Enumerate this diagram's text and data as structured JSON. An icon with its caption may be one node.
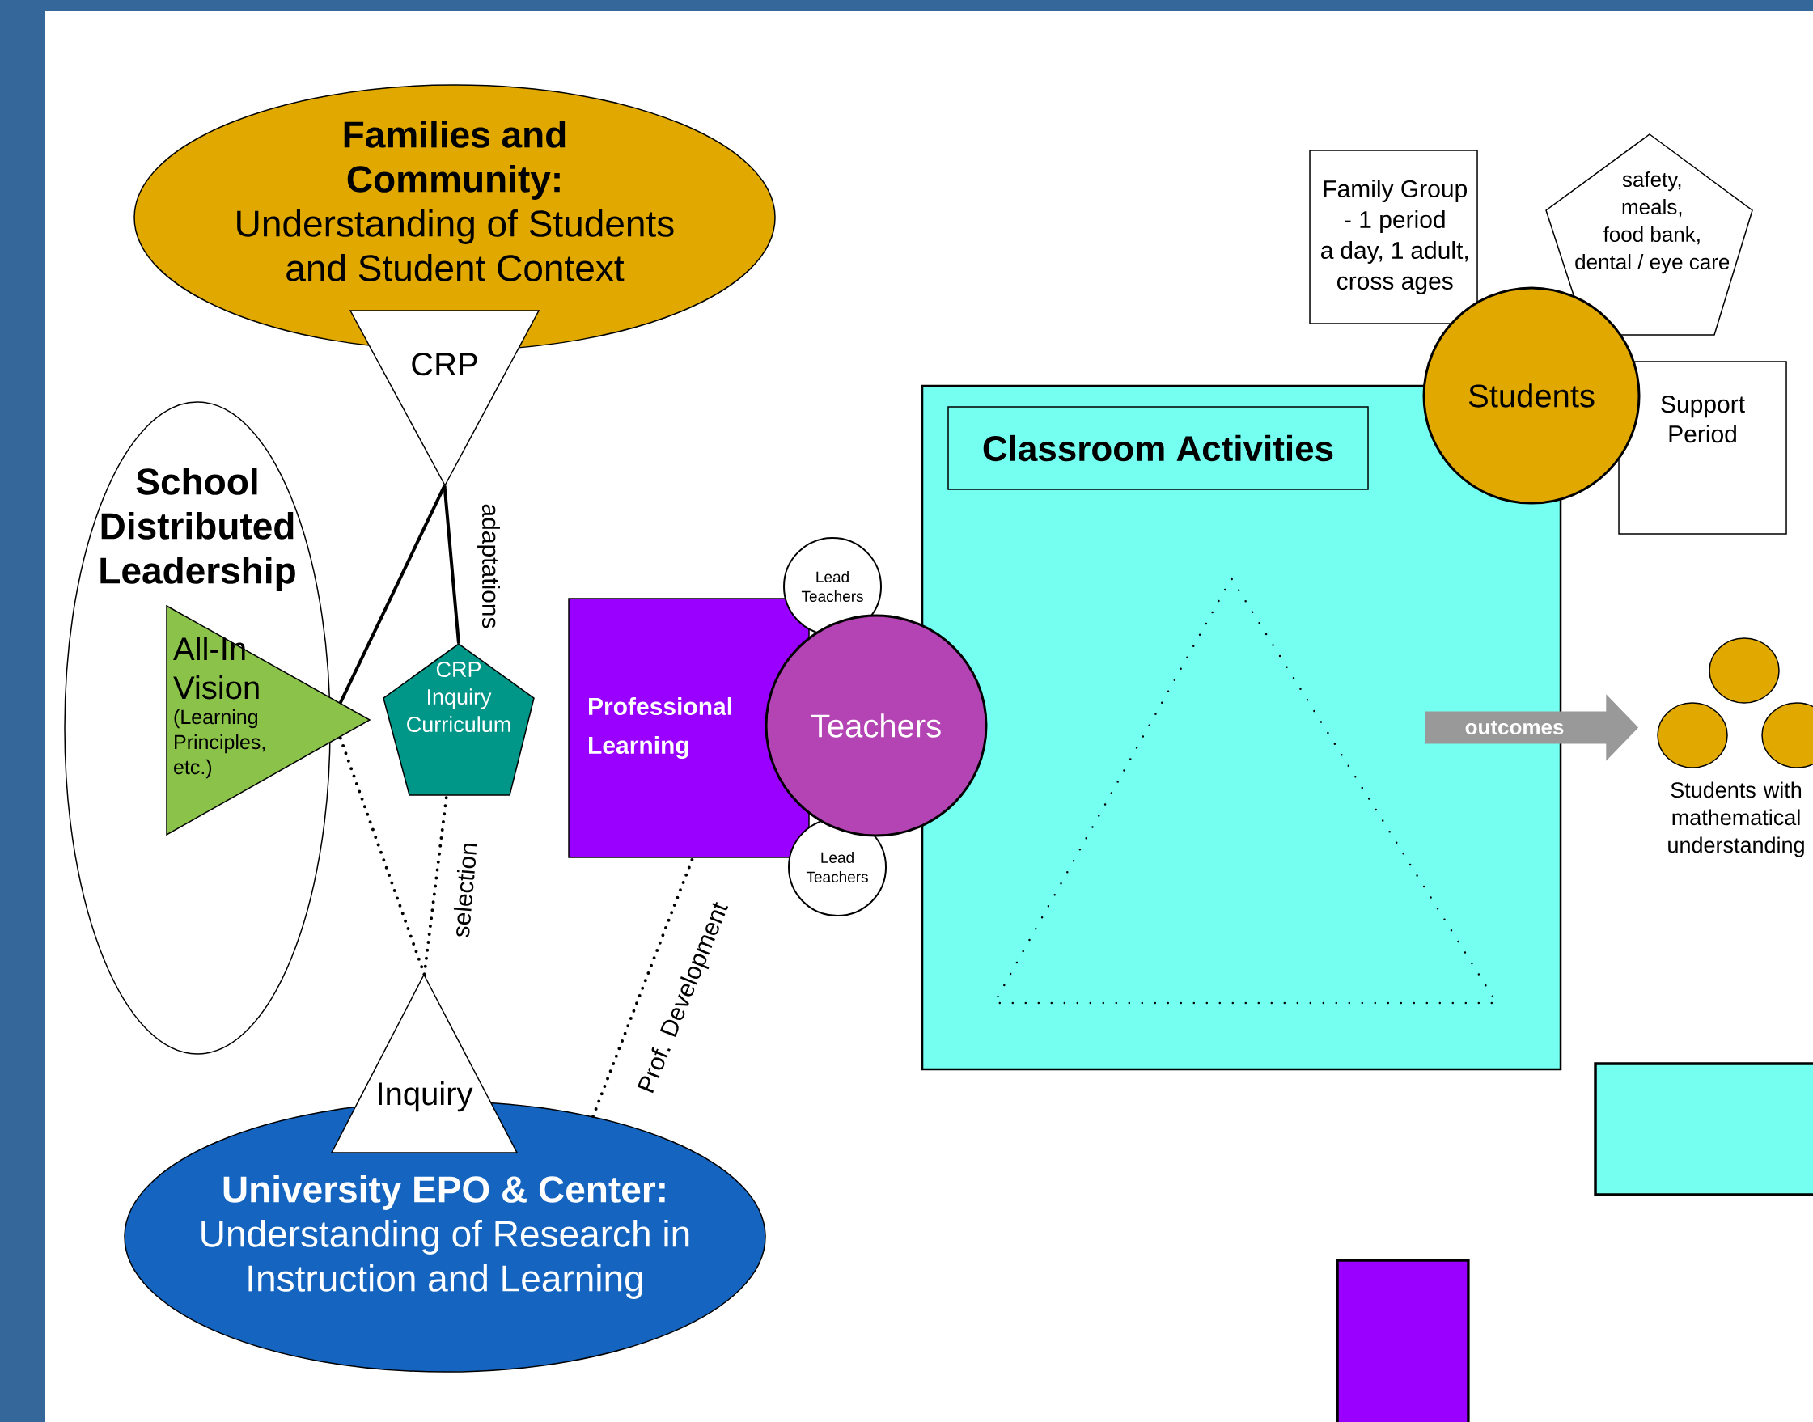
{
  "diagram": {
    "nodes": [
      {
        "text": [
          "Families and Community:",
          "Understanding of Students and Student Context"
        ]
      },
      {
        "text": [
          "CRP"
        ]
      },
      {
        "text": [
          "Family Group - 1 period a day, 1 adult, cross ages"
        ]
      },
      {
        "text": [
          "safety, meals, food bank, dental / eye care"
        ]
      },
      {
        "text": [
          "Support Period"
        ]
      },
      {
        "text": [],
        "shape": "box"
      },
      {
        "text": [
          "Classroom Activities"
        ],
        "in": 5
      },
      {
        "text": [
          "Students"
        ]
      },
      {
        "text": [
          "School Distributed Leadership"
        ]
      },
      {
        "text": [
          "All-In Vision",
          "(Learning Principles, etc.)"
        ]
      },
      {
        "text": [
          "CRP Inquiry Curriculum"
        ]
      },
      {
        "text": [
          "Professional Learning"
        ]
      },
      {
        "text": [
          "Lead Teachers"
        ]
      },
      {
        "text": [
          "Teachers"
        ]
      },
      {
        "text": [
          "Lead Teachers"
        ]
      },
      {
        "text": [],
        "shape": "triangle",
        "in": 5
      },
      {
        "text": [],
        "shape": "circle"
      },
      {
        "text": [],
        "shape": "circle"
      },
      {
        "text": [],
        "shape": "circle"
      },
      {
        "text": [
          "Inquiry"
        ]
      },
      {
        "text": [
          "University EPO & Center:",
          "Understanding of Research in Instruction and Learning"
        ]
      },
      {
        "text": [],
        "shape": "box"
      },
      {
        "text": [],
        "shape": "box"
      }
    ],
    "edges": [
      {
        "from": 1,
        "to": 9,
        "arrow": "none"
      },
      {
        "from": 1,
        "to": 10,
        "arrow": "none",
        "label": "adaptations"
      },
      {
        "from": 19,
        "to": 9,
        "arrow": "none",
        "style": "dashed"
      },
      {
        "from": 19,
        "to": 10,
        "arrow": "none",
        "style": "dashed",
        "label": "selection"
      },
      {
        "from": 20,
        "to": 11,
        "arrow": "none",
        "style": "dashed",
        "label": "Prof. Development"
      },
      {
        "from": null,
        "to": 17,
        "arrow": "to",
        "label": "outcomes",
        "style": "thick",
        "color": "#999999"
      }
    ],
    "labels": [
      "Students with mathematical understanding"
    ]
  }
}
